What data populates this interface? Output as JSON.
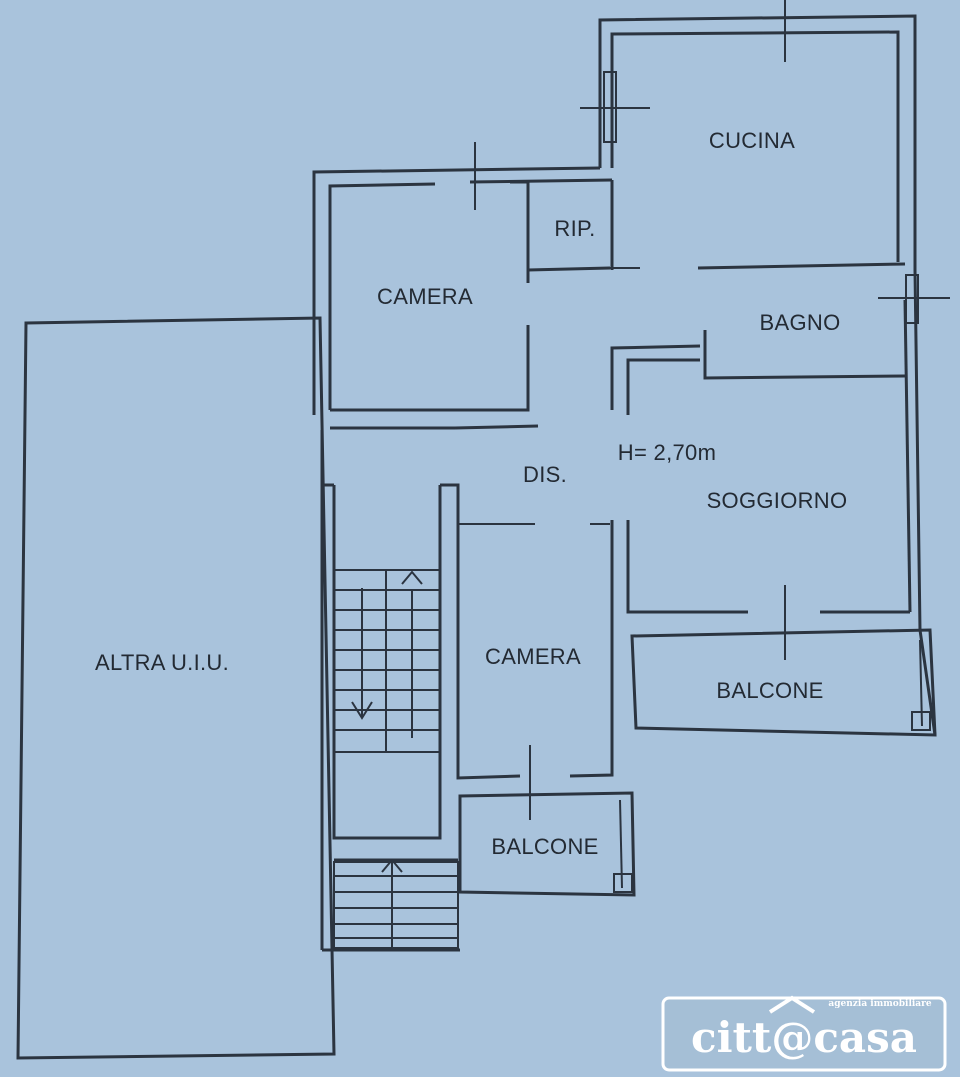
{
  "rooms": {
    "cucina": "CUCINA",
    "rip": "RIP.",
    "camera_top": "CAMERA",
    "bagno": "BAGNO",
    "height_note": "H= 2,70m",
    "dis": "DIS.",
    "soggiorno": "SOGGIORNO",
    "camera_bottom": "CAMERA",
    "balcone_right": "BALCONE",
    "balcone_bottom": "BALCONE",
    "altra_uiu": "ALTRA U.I.U."
  },
  "logo": {
    "tagline": "agenzia immobiliare",
    "brand": "citt@casa"
  },
  "colors": {
    "paper": "#a9c3dc",
    "ink": "#2b3440",
    "logo_text": "#ffffff"
  }
}
